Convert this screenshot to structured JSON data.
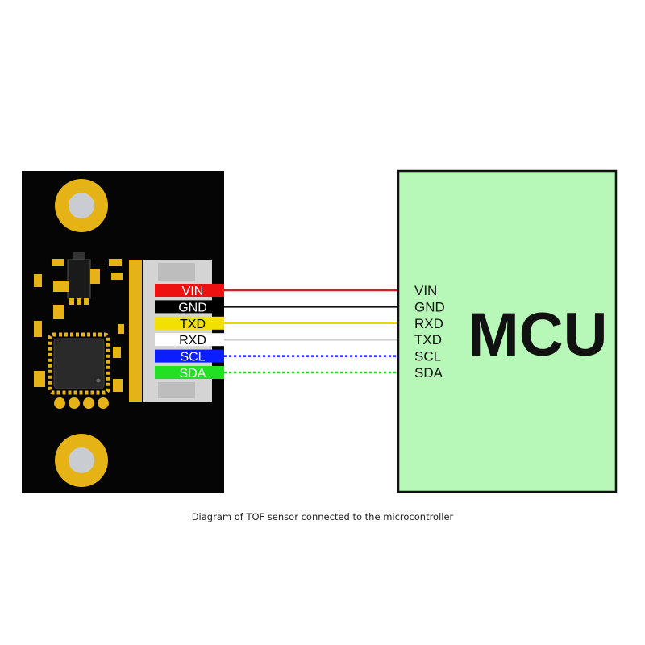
{
  "caption": "Diagram of TOF sensor connected to the microcontroller",
  "mcu": {
    "title": "MCU",
    "fill_color": "#b7f7b7",
    "border_color": "#111111"
  },
  "board": {
    "color": "#050505",
    "pad_color": "#e6b317",
    "connector_color": "#d4d4d4"
  },
  "sensor_pins": [
    {
      "label": "VIN",
      "color": "#ee1111",
      "text_color": "#ffffff"
    },
    {
      "label": "GND",
      "color": "#000000",
      "text_color": "#ffffff"
    },
    {
      "label": "TXD",
      "color": "#f2e000",
      "text_color": "#000000"
    },
    {
      "label": "RXD",
      "color": "#ffffff",
      "text_color": "#000000"
    },
    {
      "label": "SCL",
      "color": "#0a1eff",
      "text_color": "#ffffff"
    },
    {
      "label": "SDA",
      "color": "#22e022",
      "text_color": "#ffffff"
    }
  ],
  "wires": [
    {
      "color": "#cc2222",
      "style": "solid"
    },
    {
      "color": "#111111",
      "style": "solid"
    },
    {
      "color": "#e8d800",
      "style": "solid"
    },
    {
      "color": "#cccccc",
      "style": "solid"
    },
    {
      "color": "#1a1aff",
      "style": "dotted"
    },
    {
      "color": "#33cc33",
      "style": "dotted"
    }
  ],
  "mcu_pins": [
    {
      "label": "VIN"
    },
    {
      "label": "GND"
    },
    {
      "label": "RXD"
    },
    {
      "label": "TXD"
    },
    {
      "label": "SCL"
    },
    {
      "label": "SDA"
    }
  ]
}
